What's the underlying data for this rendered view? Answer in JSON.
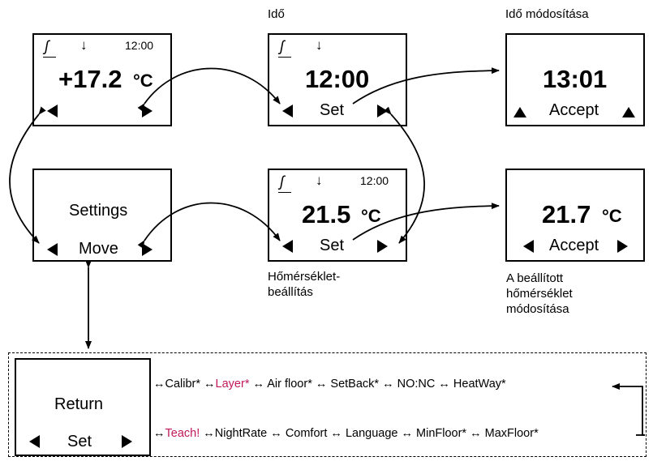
{
  "captions": {
    "ido": "Idő",
    "ido_mod": "Idő módosítása",
    "hom_beall": [
      "Hőmérséklet-",
      "beállítás"
    ],
    "beall_mod": [
      "A beállított",
      "hőmérséklet",
      "módosítása"
    ]
  },
  "screens": {
    "main": {
      "time": "12:00",
      "value": "+17.2",
      "unit": "°C"
    },
    "clock": {
      "value": "12:00",
      "label": "Set"
    },
    "clock_edit": {
      "value": "13:01",
      "label": "Accept"
    },
    "settings": {
      "title": "Settings",
      "label": "Move"
    },
    "temp": {
      "time": "12:00",
      "value": "21.5",
      "unit": "°C",
      "label": "Set"
    },
    "temp_edit": {
      "value": "21.7",
      "unit": "°C",
      "label": "Accept"
    },
    "return": {
      "title": "Return",
      "label": "Set"
    }
  },
  "menu": {
    "row1": [
      {
        "text": "Calibr*",
        "highlight": false
      },
      {
        "text": "Layer*",
        "highlight": true
      },
      {
        "text": "Air floor*",
        "highlight": false
      },
      {
        "text": "SetBack*",
        "highlight": false
      },
      {
        "text": "NO:NC",
        "highlight": false
      },
      {
        "text": "HeatWay*",
        "highlight": false
      }
    ],
    "row2": [
      {
        "text": "Teach!",
        "highlight": true
      },
      {
        "text": "NightRate",
        "highlight": false
      },
      {
        "text": "Comfort",
        "highlight": false
      },
      {
        "text": "Language",
        "highlight": false
      },
      {
        "text": "MinFloor*",
        "highlight": false
      },
      {
        "text": "MaxFloor*",
        "highlight": false
      }
    ],
    "sep": "↔",
    "highlight_color": "#c2185b"
  },
  "icons": {
    "heat": "heating-icon",
    "down": "down-arrow-icon",
    "left": "left-triangle-icon",
    "right": "right-triangle-icon",
    "up": "up-triangle-icon"
  }
}
